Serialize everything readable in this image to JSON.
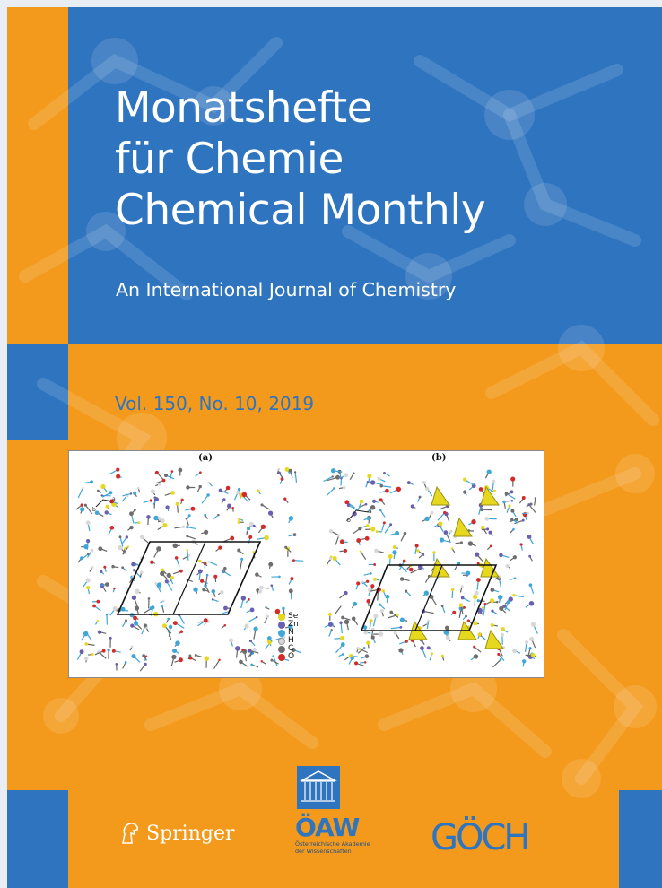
{
  "journal": {
    "title_lines": [
      "Monatshefte",
      "für Chemie",
      "Chemical Monthly"
    ],
    "subtitle": "An International Journal of Chemistry",
    "volume": "Vol. 150, No. 10, 2019"
  },
  "figure": {
    "panel_a_label": "(a)",
    "panel_b_label": "(b)",
    "axis_a_a": "a",
    "axis_a_b": "b",
    "axis_b_a": "a",
    "axis_b_b": "b",
    "legend": [
      {
        "label": "Se",
        "color": "#e6d81e"
      },
      {
        "label": "Zn",
        "color": "#6a5fb0"
      },
      {
        "label": "N",
        "color": "#3fa6d8"
      },
      {
        "label": "H",
        "color": "#d8d8d8"
      },
      {
        "label": "C",
        "color": "#6e6e6e"
      },
      {
        "label": "O",
        "color": "#d42a2a"
      }
    ]
  },
  "publishers": {
    "springer": "Springer",
    "oaw_letters": "ÖAW",
    "oaw_line1": "Österreichische Akademie",
    "oaw_line2": "der Wissenschaften",
    "gooch": "GÖCH"
  },
  "colors": {
    "orange": "#f39a1c",
    "blue": "#2f74bf"
  }
}
